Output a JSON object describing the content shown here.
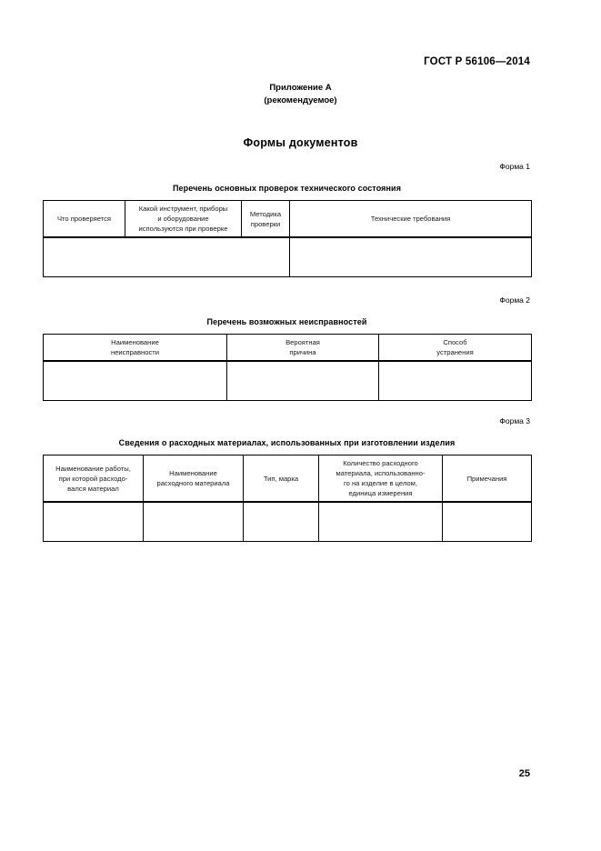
{
  "document": {
    "standard_header": "ГОСТ Р 56106—2014",
    "appendix_title": "Приложение А",
    "appendix_subtitle": "(рекомендуемое)",
    "section_title": "Формы документов",
    "page_number": "25"
  },
  "forms": [
    {
      "label": "Форма 1",
      "caption": "Перечень основных проверок технического состояния",
      "headers": [
        "Что проверяется",
        "Какой инструмент, приборы\nи оборудование\nиспользуются при проверке",
        "Методика\nпроверки",
        "Технические требования"
      ],
      "column_widths": [
        "90px",
        "128px",
        "53px",
        "266px"
      ],
      "body_row": [
        "",
        ""
      ],
      "body_colspans": [
        3,
        1
      ]
    },
    {
      "label": "Форма 2",
      "caption": "Перечень возможных неисправностей",
      "headers": [
        "Наименование\nнеисправности",
        "Вероятная\nпричина",
        "Способ\nустранения"
      ],
      "column_widths": [
        "202px",
        "167px",
        "168px"
      ],
      "body_row": [
        "",
        "",
        ""
      ],
      "body_colspans": [
        1,
        1,
        1
      ]
    },
    {
      "label": "Форма 3",
      "caption": "Сведения о расходных материалах, использованных при изготовлении изделия",
      "headers": [
        "Наименование работы,\nпри которой расходо-\nвался материал",
        "Наименование\nрасходного материала",
        "Тип, марка",
        "Количество расходного\nматериала, использованно-\nго на изделие в целом,\nединица измерения",
        "Примечания"
      ],
      "column_widths": [
        "110px",
        "110px",
        "83px",
        "136px",
        "98px"
      ],
      "body_row": [
        "",
        "",
        "",
        "",
        ""
      ],
      "body_colspans": [
        1,
        1,
        1,
        1,
        1
      ]
    }
  ],
  "layout": {
    "form_tops": [
      "178px",
      "325px",
      "458px"
    ]
  },
  "colors": {
    "text": "#000000",
    "table_border": "#000000",
    "background": "#ffffff"
  }
}
